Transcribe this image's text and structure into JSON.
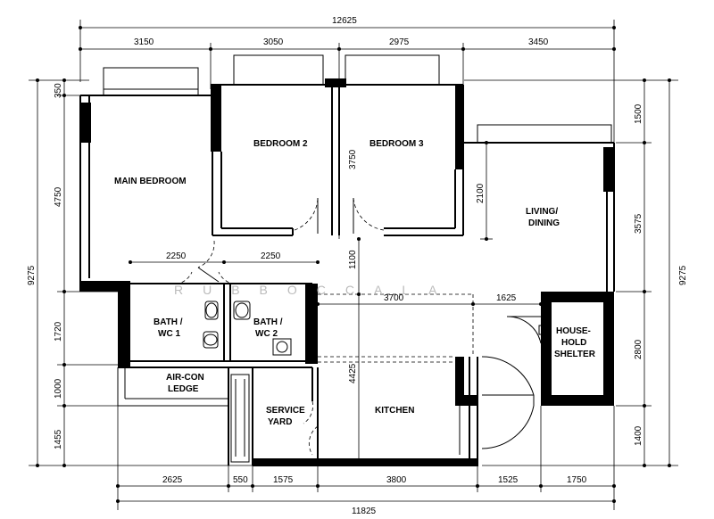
{
  "rooms": {
    "main_bedroom": "MAIN BEDROOM",
    "bedroom2": "BEDROOM 2",
    "bedroom3": "BEDROOM 3",
    "living1": "LIVING/",
    "living2": "DINING",
    "bath1a": "BATH /",
    "bath1b": "WC 1",
    "bath2a": "BATH /",
    "bath2b": "WC 2",
    "aircon1": "AIR-CON",
    "aircon2": "LEDGE",
    "shelter1": "HOUSE-",
    "shelter2": "HOLD",
    "shelter3": "SHELTER",
    "service1": "SERVICE",
    "service2": "YARD",
    "kitchen": "KITCHEN"
  },
  "watermark": "RUBBOCCALA",
  "dimensions": {
    "top_total": "12625",
    "top_1": "3150",
    "top_2": "3050",
    "top_3": "2975",
    "top_4": "3450",
    "bottom_total": "11825",
    "bottom_1": "2625",
    "bottom_2": "550",
    "bottom_3": "1575",
    "bottom_4": "3800",
    "bottom_5": "1525",
    "bottom_6": "1750",
    "left_total": "9275",
    "left_1": "350",
    "left_2": "4750",
    "left_3": "1720",
    "left_4": "1000",
    "left_5": "1455",
    "right_total": "9275",
    "right_1": "1500",
    "right_2": "3575",
    "right_3": "2800",
    "right_4": "1400",
    "bed2_3": "3750",
    "corridor_1100": "1100",
    "kitchen_4425": "4425",
    "living_2100": "2100",
    "bath_2250a": "2250",
    "bath_2250b": "2250",
    "h_3700": "3700",
    "h_1625": "1625"
  }
}
